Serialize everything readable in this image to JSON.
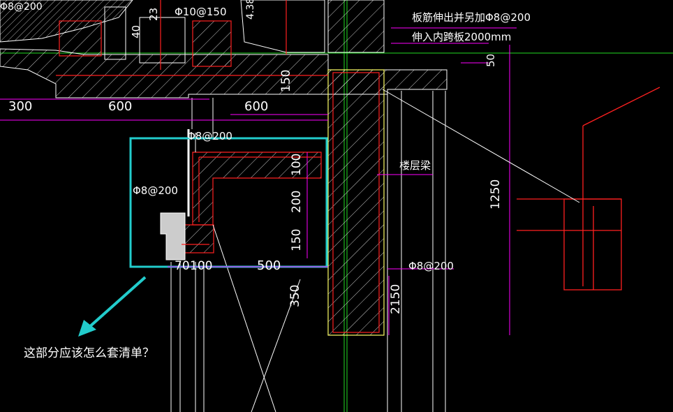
{
  "colors": {
    "background": "#000000",
    "concrete_hatch": "#ffffff",
    "rebar_red": "#ff2020",
    "dimension_magenta": "#ff00ff",
    "gridline_green": "#22dd22",
    "outline_yellow": "#ffff66",
    "highlight_cyan": "#22cccc",
    "text_white": "#ffffff"
  },
  "labels": {
    "rebar_top_left": "Φ8@200",
    "rebar_phi10": "Φ10@150",
    "dim_40": "40",
    "dim_23": "23",
    "dim_vertical_1": "4.38",
    "note_slab_bar_line1": "板筋伸出并另加Φ8@200",
    "note_slab_bar_line2": "伸入内跨板2000mm",
    "dim_50": "50",
    "dim_300": "300",
    "dim_600_left": "600",
    "dim_600_right": "600",
    "dim_150_top": "150",
    "rebar_beam_top": "Φ8@200",
    "dim_100": "100",
    "floor_beam": "楼层梁",
    "rebar_left": "Φ8@200",
    "dim_200": "200",
    "dim_150_mid": "150",
    "dim_1250": "1250",
    "dim_70": "70",
    "dim_100_bottom": "100",
    "dim_500": "500",
    "rebar_right": "Φ8@200",
    "dim_350": "350",
    "dim_2150": "2150",
    "question": "这部分应该怎么套清单？"
  }
}
